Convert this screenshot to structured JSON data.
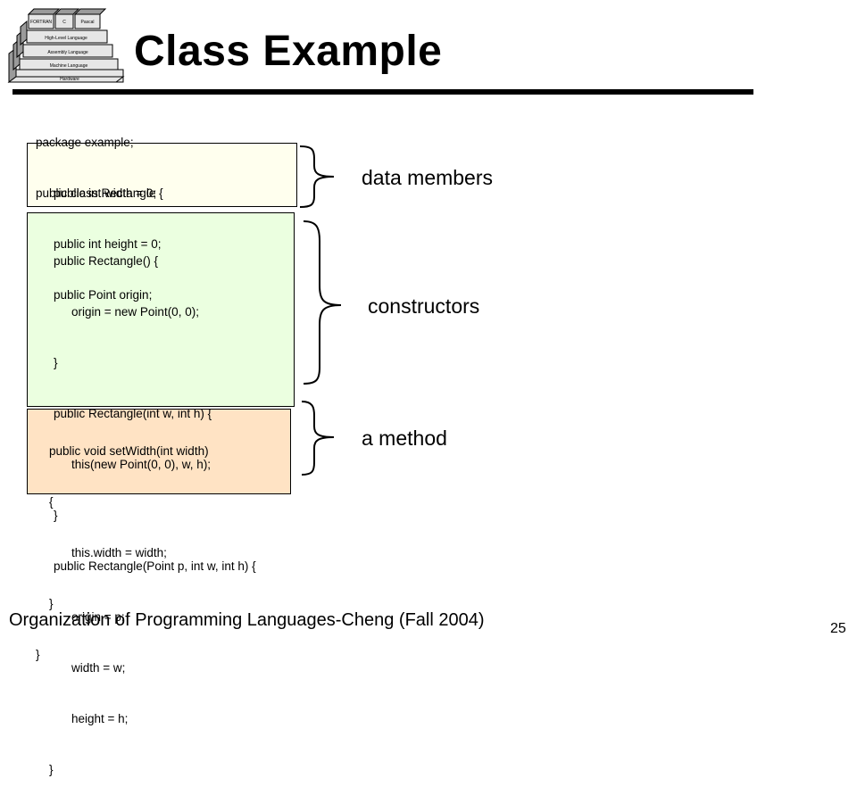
{
  "logo": {
    "layers": [
      "FORTRAN",
      "C",
      "Pascal",
      "High-Level Language",
      "Assembly Language",
      "Machine Language",
      "Hardware"
    ]
  },
  "title": "Class Example",
  "code": {
    "header": [
      "package example;",
      "public class Rectangle {"
    ],
    "data_members": [
      "public int width = 0;",
      "public int height = 0;",
      "public Point origin;"
    ],
    "constructors": [
      "public Rectangle() {",
      "origin = new Point(0, 0);",
      "}",
      "public Rectangle(int w, int h) {",
      "this(new Point(0, 0), w, h);",
      "}",
      "public Rectangle(Point p, int w, int h) {",
      "origin = p;",
      "width = w;",
      "height = h;",
      "}"
    ],
    "method": [
      "public void setWidth(int width)",
      "{",
      "this.width = width;",
      "}",
      "}"
    ]
  },
  "annotations": {
    "data_members": "data members",
    "constructors": "constructors",
    "method": "a method"
  },
  "footer": "Organization of Programming Languages-Cheng (Fall 2004)",
  "page_number": "25",
  "colors": {
    "data_members_bg": "#ffffee",
    "constructors_bg": "#ebffe0",
    "method_bg": "#ffe3c4"
  }
}
